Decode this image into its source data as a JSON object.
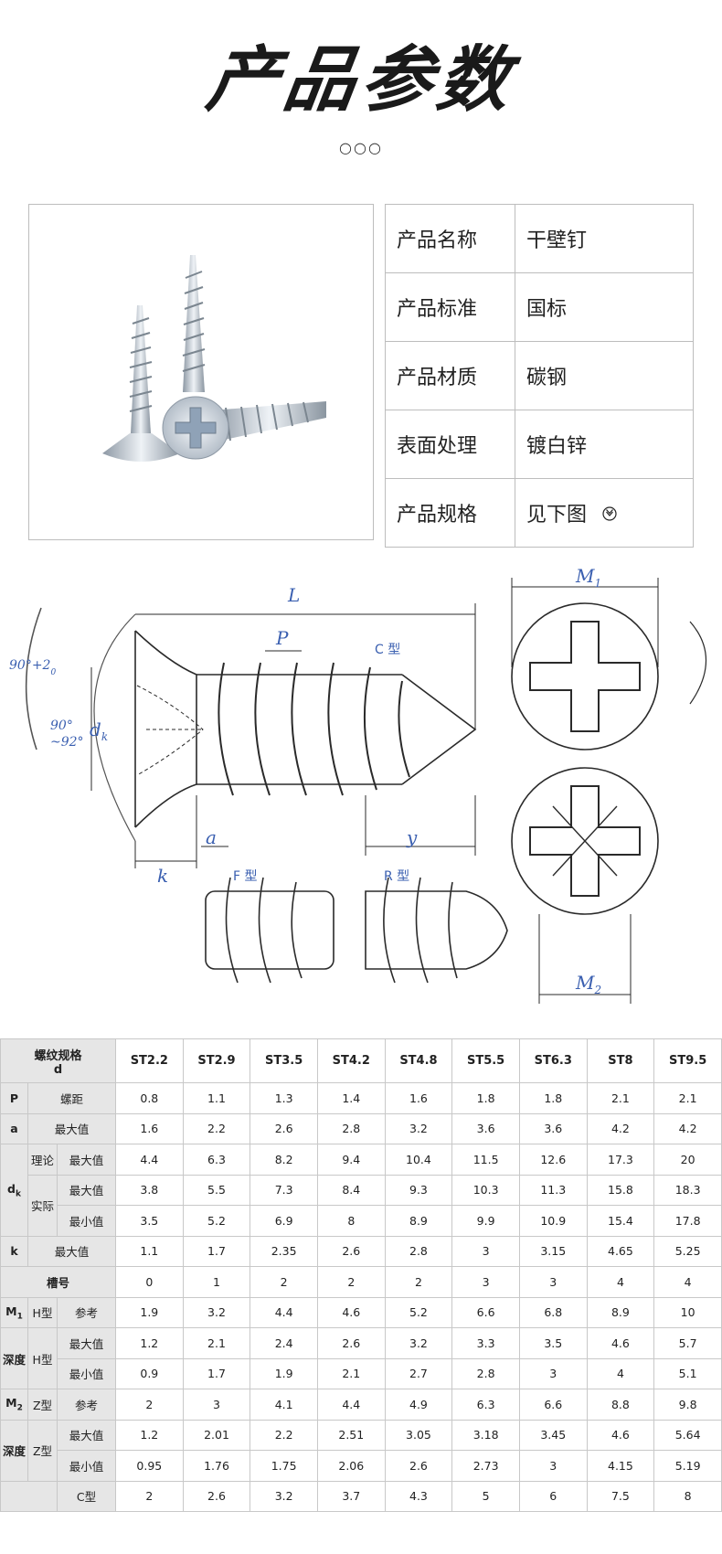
{
  "header": {
    "title": "产品参数",
    "dots": "○○○"
  },
  "product_info": [
    {
      "key": "产品名称",
      "value": "干壁钉"
    },
    {
      "key": "产品标准",
      "value": "国标"
    },
    {
      "key": "产品材质",
      "value": "碳钢"
    },
    {
      "key": "表面处理",
      "value": "镀白锌"
    },
    {
      "key": "产品规格",
      "value": "见下图"
    }
  ],
  "drawing": {
    "labels": {
      "L": "L",
      "P": "P",
      "c_type": "C 型",
      "f_type": "F 型",
      "r_type": "R 型",
      "a": "a",
      "y": "y",
      "k": "k",
      "dk": "d",
      "dk_sub": "k",
      "angle_top": "90°+2",
      "angle_top_sub": "0",
      "angle_mid_1": "90°",
      "angle_mid_2": "~92°",
      "M1": "M",
      "M1_sub": "1",
      "M2": "M",
      "M2_sub": "2"
    }
  },
  "spec_table": {
    "header_top": "螺纹规格",
    "header_bottom": "d",
    "sizes": [
      "ST2.2",
      "ST2.9",
      "ST3.5",
      "ST4.2",
      "ST4.8",
      "ST5.5",
      "ST6.3",
      "ST8",
      "ST9.5"
    ],
    "labels": {
      "P": "P",
      "pitch": "螺距",
      "a": "a",
      "max": "最大值",
      "min": "最小值",
      "d": "d",
      "d_sub": "k",
      "theory": "理论",
      "actual": "实际",
      "k": "k",
      "groove": "槽号",
      "M": "M",
      "M1_sub": "1",
      "M2_sub": "2",
      "h_type": "H型",
      "z_type": "Z型",
      "ref": "参考",
      "depth": "深度",
      "c_type": "C型"
    },
    "rows": {
      "p": [
        "0.8",
        "1.1",
        "1.3",
        "1.4",
        "1.6",
        "1.8",
        "1.8",
        "2.1",
        "2.1"
      ],
      "a_max": [
        "1.6",
        "2.2",
        "2.6",
        "2.8",
        "3.2",
        "3.6",
        "3.6",
        "4.2",
        "4.2"
      ],
      "dk_theory_max": [
        "4.4",
        "6.3",
        "8.2",
        "9.4",
        "10.4",
        "11.5",
        "12.6",
        "17.3",
        "20"
      ],
      "dk_actual_max": [
        "3.8",
        "5.5",
        "7.3",
        "8.4",
        "9.3",
        "10.3",
        "11.3",
        "15.8",
        "18.3"
      ],
      "dk_actual_min": [
        "3.5",
        "5.2",
        "6.9",
        "8",
        "8.9",
        "9.9",
        "10.9",
        "15.4",
        "17.8"
      ],
      "k_max": [
        "1.1",
        "1.7",
        "2.35",
        "2.6",
        "2.8",
        "3",
        "3.15",
        "4.65",
        "5.25"
      ],
      "groove": [
        "0",
        "1",
        "2",
        "2",
        "2",
        "3",
        "3",
        "4",
        "4"
      ],
      "m1_h_ref": [
        "1.9",
        "3.2",
        "4.4",
        "4.6",
        "5.2",
        "6.6",
        "6.8",
        "8.9",
        "10"
      ],
      "depth_h_max": [
        "1.2",
        "2.1",
        "2.4",
        "2.6",
        "3.2",
        "3.3",
        "3.5",
        "4.6",
        "5.7"
      ],
      "depth_h_min": [
        "0.9",
        "1.7",
        "1.9",
        "2.1",
        "2.7",
        "2.8",
        "3",
        "4",
        "5.1"
      ],
      "m2_z_ref": [
        "2",
        "3",
        "4.1",
        "4.4",
        "4.9",
        "6.3",
        "6.6",
        "8.8",
        "9.8"
      ],
      "depth_z_max": [
        "1.2",
        "2.01",
        "2.2",
        "2.51",
        "3.05",
        "3.18",
        "3.45",
        "4.6",
        "5.64"
      ],
      "depth_z_min": [
        "0.95",
        "1.76",
        "1.75",
        "2.06",
        "2.6",
        "2.73",
        "3",
        "4.15",
        "5.19"
      ],
      "c_type": [
        "2",
        "2.6",
        "3.2",
        "3.7",
        "4.3",
        "5",
        "6",
        "7.5",
        "8"
      ]
    }
  }
}
